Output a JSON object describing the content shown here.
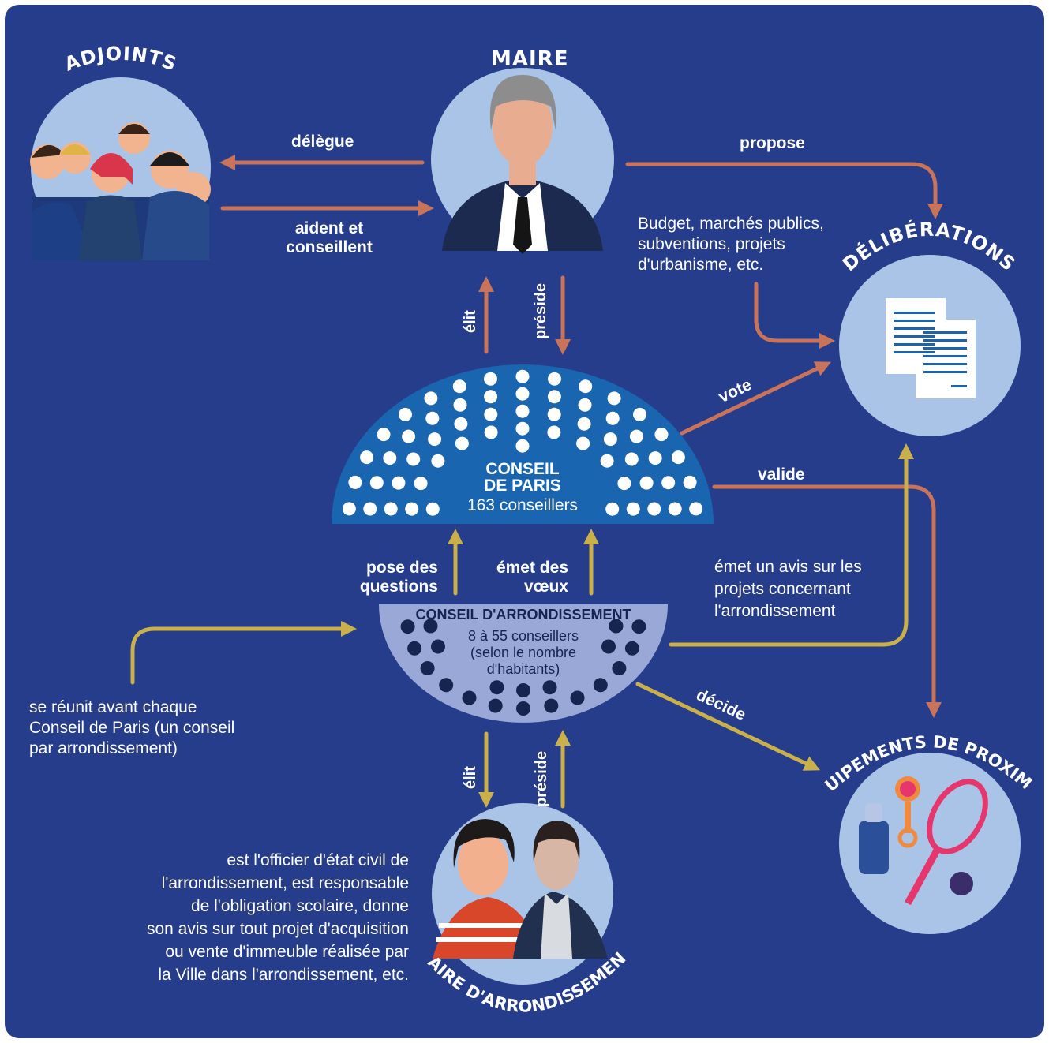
{
  "titles": {
    "adjoints": "ADJOINTS",
    "maire": "MAIRE",
    "deliberations": "DÉLIBÉRATIONS",
    "equipements": "ÉQUIPEMENTS DE PROXIMITÉ",
    "maire_arrondissement": "MAIRE D'ARRONDISSEMENT"
  },
  "arrows": {
    "delegue": "délègue",
    "aident_line1": "aident et",
    "aident_line2": "conseillent",
    "propose": "propose",
    "elit_top": "élit",
    "preside_top": "préside",
    "vote": "vote",
    "valide": "valide",
    "pose_line1": "pose des",
    "pose_line2": "questions",
    "emet_line1": "émet des",
    "emet_line2": "vœux",
    "decide": "décide",
    "elit_bottom": "élit",
    "preside_bottom": "préside"
  },
  "conseil_paris": {
    "name_line1": "CONSEIL",
    "name_line2": "DE PARIS",
    "count": "163 conseillers"
  },
  "conseil_arrondissement": {
    "name": "CONSEIL D'ARRONDISSEMENT",
    "count_line1": "8 à 55 conseillers",
    "count_line2": "(selon le nombre",
    "count_line3": "d'habitants)"
  },
  "descriptions": {
    "budget": [
      "Budget, marchés publics,",
      "subventions, projets",
      "d'urbanisme, etc."
    ],
    "avis": [
      "émet un avis sur les",
      "projets concernant",
      "l'arrondissement"
    ],
    "reunit": [
      "se réunit avant chaque",
      "Conseil de Paris (un conseil",
      "par arrondissement)"
    ],
    "officier": [
      "est l'officier d'état civil de",
      "l'arrondissement, est responsable",
      "de l'obligation scolaire, donne",
      "son avis sur tout projet d'acquisition",
      "ou vente d'immeuble réalisée par",
      "la Ville dans l'arrondissement, etc."
    ]
  },
  "colors": {
    "background": "#263d8b",
    "circle_fill": "#a9c4e6",
    "conseil_paris": "#1a65b0",
    "conseil_arrondissement": "#9aa8d8",
    "arrow_orange": "#c8735a",
    "arrow_gold": "#c9b04a",
    "dot_dark": "#15254f"
  },
  "icons": {
    "adjoints": "group-people-icon",
    "maire": "man-in-suit-icon",
    "deliberations": "documents-icon",
    "equipements": "sport-equipment-icon",
    "maire_arrondissement": "couple-portrait-icon"
  }
}
